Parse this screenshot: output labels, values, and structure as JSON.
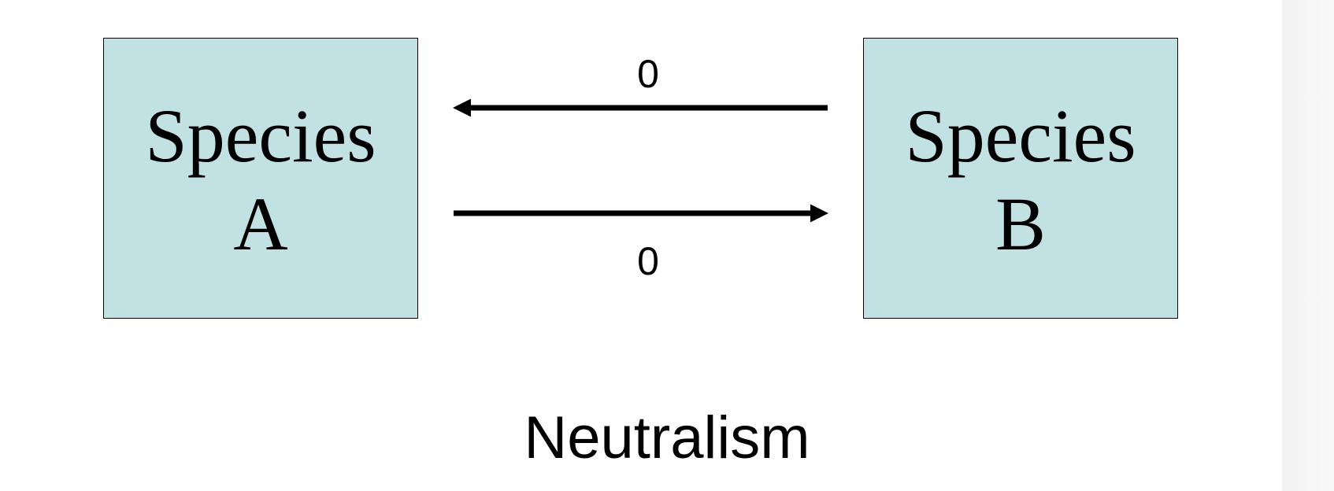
{
  "species_a": {
    "line1": "Species",
    "line2": "A"
  },
  "species_b": {
    "line1": "Species",
    "line2": "B"
  },
  "interactions": {
    "b_to_a": {
      "effect": "0"
    },
    "a_to_b": {
      "effect": "0"
    }
  },
  "caption": "Neutralism",
  "colors": {
    "box_fill": "#c2e1e3",
    "stroke": "#000000",
    "background": "#ffffff"
  }
}
